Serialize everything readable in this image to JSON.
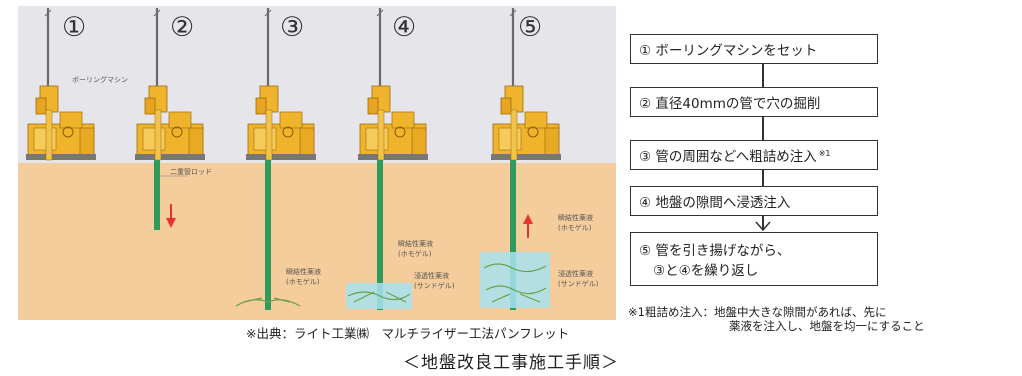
{
  "illustration": {
    "step_numbers": [
      "①",
      "②",
      "③",
      "④",
      "⑤"
    ],
    "machine_label": "ボーリングマシン",
    "rod_label": "二重管ロッド",
    "homogel_label_line1": "瞬結性薬液",
    "homogel_label_line2": "(ホモゲル)",
    "homogel_label_a1": "瞬結性薬液",
    "homogel_label_a2": "(ホモゲル)",
    "sandgel_label_line1": "浸透性薬液",
    "sandgel_label_line2": "(サンドゲル)",
    "homogel_label_b1": "瞬結性薬液",
    "homogel_label_b2": "(ホモゲル)",
    "sandgel_label_b1": "浸透性薬液",
    "sandgel_label_b2": "(サンドゲル)",
    "credit": "※出典：ライト工業㈱　マルチライザー工法パンフレット",
    "colors": {
      "sky": "#e6e6ea",
      "ground": "#f5cc9c",
      "machine": "#f0b42c",
      "pipe": "#2f9a5c",
      "arrow": "#e8322e",
      "grout": "#a8e2ee"
    }
  },
  "flow": {
    "steps": [
      {
        "text": "① ボーリングマシンをセット"
      },
      {
        "text": "② 直径40mmの管で穴の掘削"
      },
      {
        "text": "③ 管の周囲などへ粗詰め注入",
        "note": "※1"
      },
      {
        "text": "④ 地盤の隙間へ浸透注入"
      },
      {
        "line1": "⑤ 管を引き揚げながら、",
        "line2": "③と④を繰り返し"
      }
    ]
  },
  "footnote": {
    "line1": "※1粗詰め注入：地盤中大きな隙間があれば、先に",
    "line2": "薬液を注入し、地盤を均一にすること"
  },
  "caption": "＜地盤改良工事施工手順＞"
}
